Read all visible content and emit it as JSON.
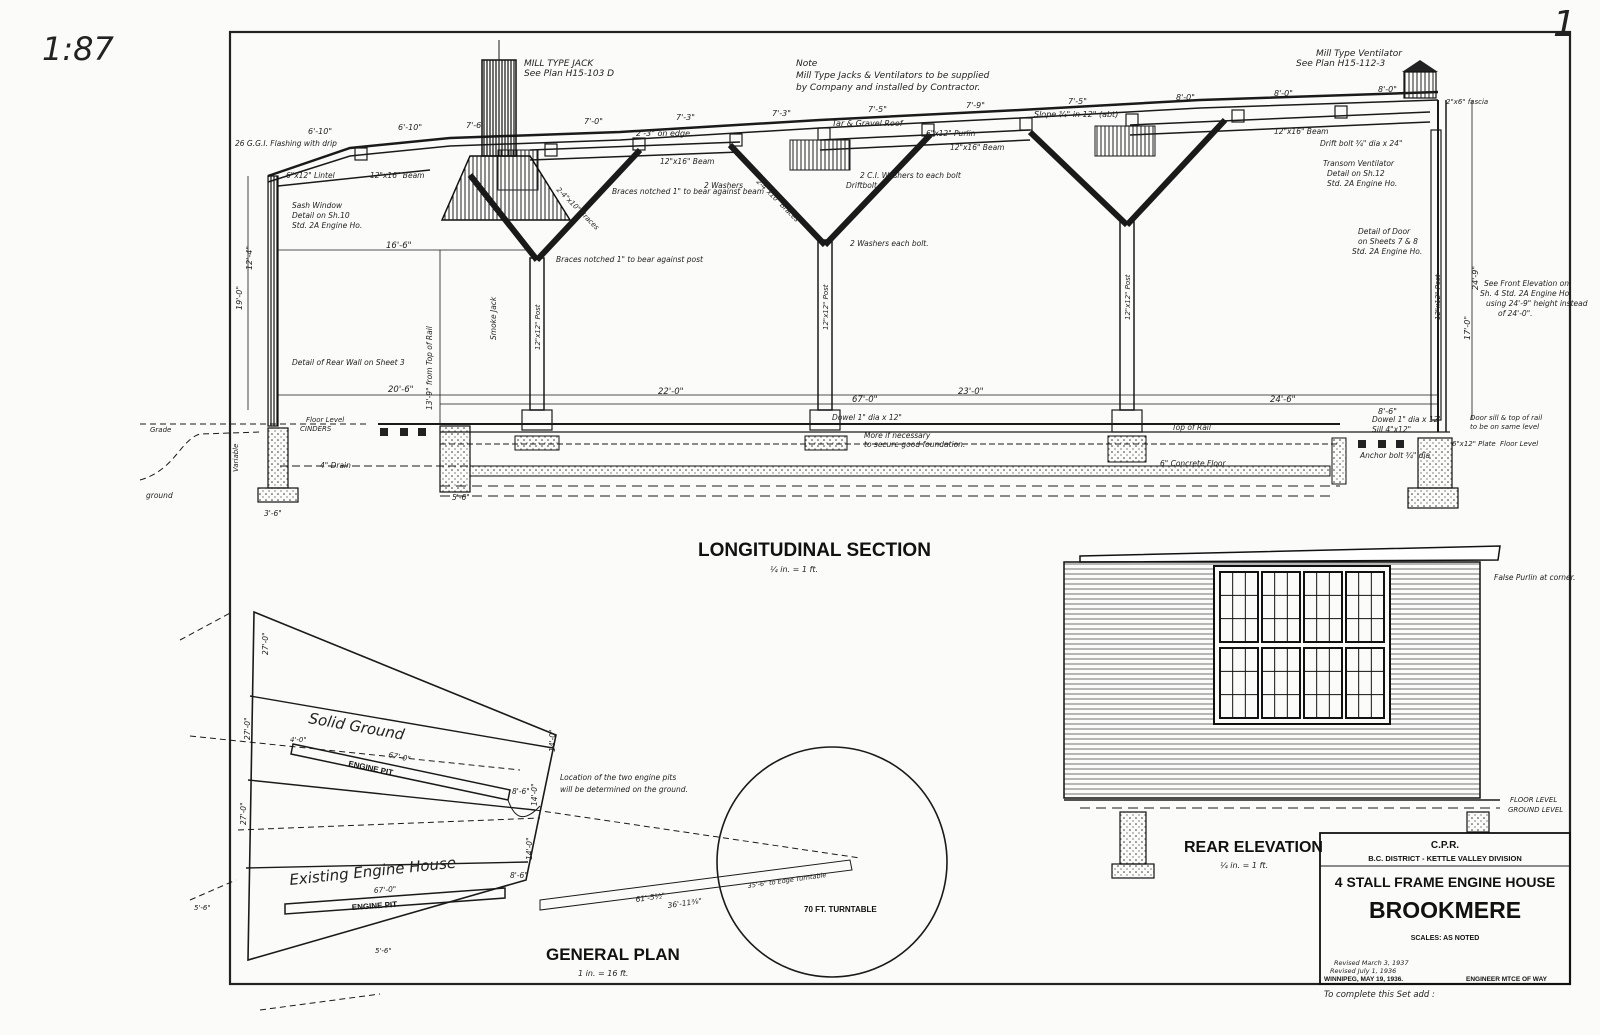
{
  "corner_marks": {
    "sheet_ref": "1:87",
    "sheet_number": "1"
  },
  "longitudinal": {
    "title": "LONGITUDINAL SECTION",
    "scale": "¼ in. = 1 ft.",
    "notes": {
      "mill_jack": "MILL TYPE JACK",
      "mill_jack_ref": "See Plan H15-103 D",
      "note_head": "Note",
      "note_line1": "Mill Type Jacks & Ventilators to be supplied",
      "note_line2": "by Company and installed by Contractor.",
      "mill_vent": "Mill Type Ventilator",
      "mill_vent_ref": "See Plan H15-112-3",
      "roof": "Tar & Gravel Roof",
      "slope": "Slope ¾\" in 12\" (abt)",
      "flashing": "26 G.G.I. Flashing with drip",
      "lintel": "6\"x12\" Lintel",
      "sash_window": "Sash Window",
      "sash_detail": "Detail on Sh.10",
      "sash_std": "Std. 2A Engine Ho.",
      "braces_beam": "Braces notched 1\" to bear against beam",
      "braces_post": "Braces notched 1\" to bear against post",
      "washers": "2 Washers",
      "washers_each": "2 Washers each bolt.",
      "cg_washers": "2 C.I. Washers to each bolt",
      "driftbolt": "Driftbolt",
      "rear_wall": "Detail of Rear Wall on Sheet 3",
      "smoke_jack": "Smoke Jack",
      "from_rail": "13'-9\" from Top of Rail",
      "transom": "Transom Ventilator",
      "transom_detail": "Detail on Sh.12",
      "transom_std": "Std. 2A Engine Ho.",
      "door_detail": "Detail of Door",
      "door_sheets": "on Sheets 7 & 8",
      "door_std": "Std. 2A Engine Ho.",
      "front_elev1": "See Front Elevation on",
      "front_elev2": "Sh. 4 Std. 2A Engine Ho.",
      "front_elev3": "using 24'-9\" height instead",
      "front_elev4": "of 24'-0\".",
      "drift_bolt": "Drift bolt ¾\" dia x 24\"",
      "dowel": "Dowel 1\" dia x 12\"",
      "dowel2": "Dowel 1\" dia x 12\"",
      "anchor": "Anchor bolt ¾\" dia",
      "sill": "Sill 4\"x12\"",
      "more_nec": "More if necessary",
      "secure": "to secure good foundation.",
      "top_rail": "Top of Rail",
      "concrete_floor": "6\" Concrete Floor",
      "drain": "4\" Drain",
      "floor_level": "Floor Level",
      "cinders": "CINDERS",
      "grade": "Grade",
      "ground": "ground",
      "variable": "Variable",
      "door_sill1": "Door sill & top of rail",
      "door_sill2": "to be on same level",
      "fascia": "2\"x6\" fascia",
      "beam": "12\"x16\" Beam",
      "purlin": "6\"x12\" Purlin",
      "post": "12\"x12\" Post",
      "braces": "2-4\"x10\" Braces",
      "plate": "6\"x12\" Plate",
      "floor_lev": "Floor Level"
    },
    "dims": {
      "d_6_10": "6'-10\"",
      "d_7_6": "7'-6\"",
      "d_7_0": "7'-0\"",
      "d_7_3": "7'-3\"",
      "d_7_9": "7'-9\"",
      "d_7_5": "7'-5\"",
      "d_8_0": "8'-0\"",
      "d_2_3": "2'-3\" on edge",
      "d_16_6": "16'-6\"",
      "d_12_4": "12'-4\"",
      "d_19_0": "19'-0\"",
      "d_20_6": "20'-6\"",
      "d_22_0": "22'-0\"",
      "d_67_0": "67'-0\"",
      "d_23_0": "23'-0\"",
      "d_24_6": "24'-6\"",
      "d_24_9": "24'-9\"",
      "d_17_0": "17'-0\"",
      "d_8_6": "8'-6\"",
      "d_5_6": "5'-6\"",
      "d_3_6": "3'-6\""
    }
  },
  "general_plan": {
    "title": "GENERAL PLAN",
    "scale": "1 in. = 16 ft.",
    "solid_ground": "Solid Ground",
    "engine_pit": "ENGINE PIT",
    "pit_length": "67'-0\"",
    "turntable": "70 FT. TURNTABLE",
    "location_note1": "Location of the two engine pits",
    "location_note2": "will be determined on the ground.",
    "existing_house": "Existing Engine House",
    "d_27_0": "27'-0\"",
    "d_14_0": "14'-0\"",
    "d_8_6": "8'-6\"",
    "d_61_5": "61'-5½\"",
    "d_36_11": "36'-11⅜\"",
    "d_35_6": "35'-6\" to Edge Turntable",
    "d_4_0": "4'-0\"",
    "d_5_6": "5'-6\""
  },
  "rear_elevation": {
    "title": "REAR ELEVATION",
    "scale": "¼ in. = 1 ft.",
    "false_purlin": "False Purlin at corner.",
    "floor_level": "FLOOR LEVEL",
    "ground_level": "GROUND LEVEL"
  },
  "title_block": {
    "railway": "C.P.R.",
    "district": "B.C. DISTRICT - KETTLE VALLEY DIVISION",
    "building": "4 STALL FRAME ENGINE HOUSE",
    "location": "BROOKMERE",
    "scales": "SCALES: AS NOTED",
    "rev1": "Revised March 3, 1937",
    "rev2": "Revised July 1, 1936",
    "place_date": "WINNIPEG, MAY 19, 1936.",
    "engineer": "ENGINEER MTCE OF WAY",
    "complete_set": "To complete this Set add :"
  }
}
